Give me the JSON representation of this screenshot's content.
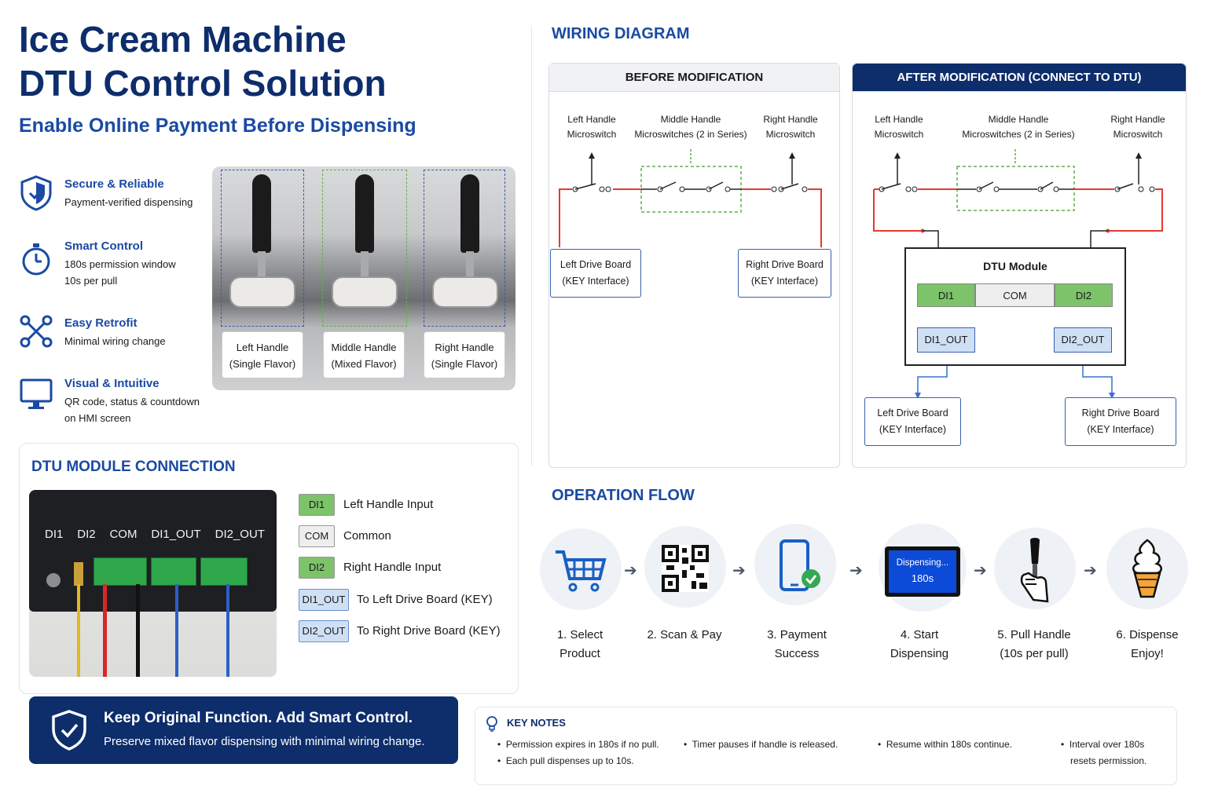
{
  "header": {
    "title_line1": "Ice Cream Machine",
    "title_line2": "DTU Control Solution",
    "subtitle": "Enable Online Payment Before Dispensing"
  },
  "features": [
    {
      "icon": "shield-icon",
      "title": "Secure & Reliable",
      "desc": [
        "Payment-verified dispensing"
      ]
    },
    {
      "icon": "stopwatch-icon",
      "title": "Smart Control",
      "desc": [
        "180s permission window",
        "10s per pull"
      ]
    },
    {
      "icon": "network-icon",
      "title": "Easy Retrofit",
      "desc": [
        "Minimal wiring change"
      ]
    },
    {
      "icon": "monitor-icon",
      "title": "Visual & Intuitive",
      "desc": [
        "QR code, status & countdown",
        "on HMI screen"
      ]
    }
  ],
  "handles": [
    {
      "line1": "Left Handle",
      "line2": "(Single Flavor)"
    },
    {
      "line1": "Middle Handle",
      "line2": "(Mixed Flavor)"
    },
    {
      "line1": "Right Handle",
      "line2": "(Single Flavor)"
    }
  ],
  "wiring": {
    "heading": "WIRING DIAGRAM",
    "before": {
      "header": "BEFORE MODIFICATION",
      "left_switch": [
        "Left Handle",
        "Microswitch"
      ],
      "middle_switch": [
        "Middle Handle",
        "Microswitches (2 in Series)"
      ],
      "right_switch": [
        "Right Handle",
        "Microswitch"
      ],
      "left_board": [
        "Left Drive Board",
        "(KEY Interface)"
      ],
      "right_board": [
        "Right Drive Board",
        "(KEY Interface)"
      ]
    },
    "after": {
      "header": "AFTER MODIFICATION (CONNECT TO DTU)",
      "left_switch": [
        "Left Handle",
        "Microswitch"
      ],
      "middle_switch": [
        "Middle Handle",
        "Microswitches (2 in Series)"
      ],
      "right_switch": [
        "Right Handle",
        "Microswitch"
      ],
      "dtu_title": "DTU Module",
      "di1": "DI1",
      "com": "COM",
      "di2": "DI2",
      "di1_out": "DI1_OUT",
      "di2_out": "DI2_OUT",
      "left_board": [
        "Left Drive Board",
        "(KEY Interface)"
      ],
      "right_board": [
        "Right Drive Board",
        "(KEY Interface)"
      ]
    }
  },
  "connection": {
    "heading": "DTU MODULE CONNECTION",
    "terminal_labels": [
      "DI1",
      "DI2",
      "COM",
      "DI1_OUT",
      "DI2_OUT"
    ],
    "legend": [
      {
        "tag": "DI1",
        "text": "Left Handle Input",
        "color": "#7dc36a"
      },
      {
        "tag": "COM",
        "text": "Common",
        "color": "#eeeeee"
      },
      {
        "tag": "DI2",
        "text": "Right Handle Input",
        "color": "#7dc36a"
      },
      {
        "tag": "DI1_OUT",
        "text": "To Left Drive Board (KEY)",
        "color": "#cfe0f5"
      },
      {
        "tag": "DI2_OUT",
        "text": "To Right Drive Board (KEY)",
        "color": "#cfe0f5"
      }
    ]
  },
  "flow": {
    "heading": "OPERATION FLOW",
    "screen_text": [
      "Dispensing...",
      "180s"
    ],
    "steps": [
      {
        "icon": "cart-icon",
        "line1": "1. Select",
        "line2": "Product"
      },
      {
        "icon": "qr-code-icon",
        "line1": "2. Scan & Pay",
        "line2": ""
      },
      {
        "icon": "phone-check-icon",
        "line1": "3. Payment",
        "line2": "Success"
      },
      {
        "icon": "screen-icon",
        "line1": "4. Start",
        "line2": "Dispensing"
      },
      {
        "icon": "hand-lever-icon",
        "line1": "5. Pull Handle",
        "line2": "(10s per pull)"
      },
      {
        "icon": "ice-cream-icon",
        "line1": "6. Dispense",
        "line2": "Enjoy!"
      }
    ]
  },
  "banner": {
    "title": "Keep Original Function. Add Smart Control.",
    "desc": "Preserve mixed flavor dispensing with minimal wiring change."
  },
  "notes": {
    "heading": "KEY NOTES",
    "items": [
      "Permission expires in 180s if no pull.",
      "Each pull dispenses up to 10s.",
      "Timer pauses if handle is released.",
      "Resume within 180s  continue.",
      "Interval over 180s",
      "resets permission."
    ]
  },
  "colors": {
    "navy": "#0d2d6b",
    "accent_blue": "#1a4aa3",
    "wire_red": "#e53935",
    "wire_blue": "#3a6fd0",
    "dashed_green": "#5fb04a",
    "di_green": "#7dc36a"
  }
}
